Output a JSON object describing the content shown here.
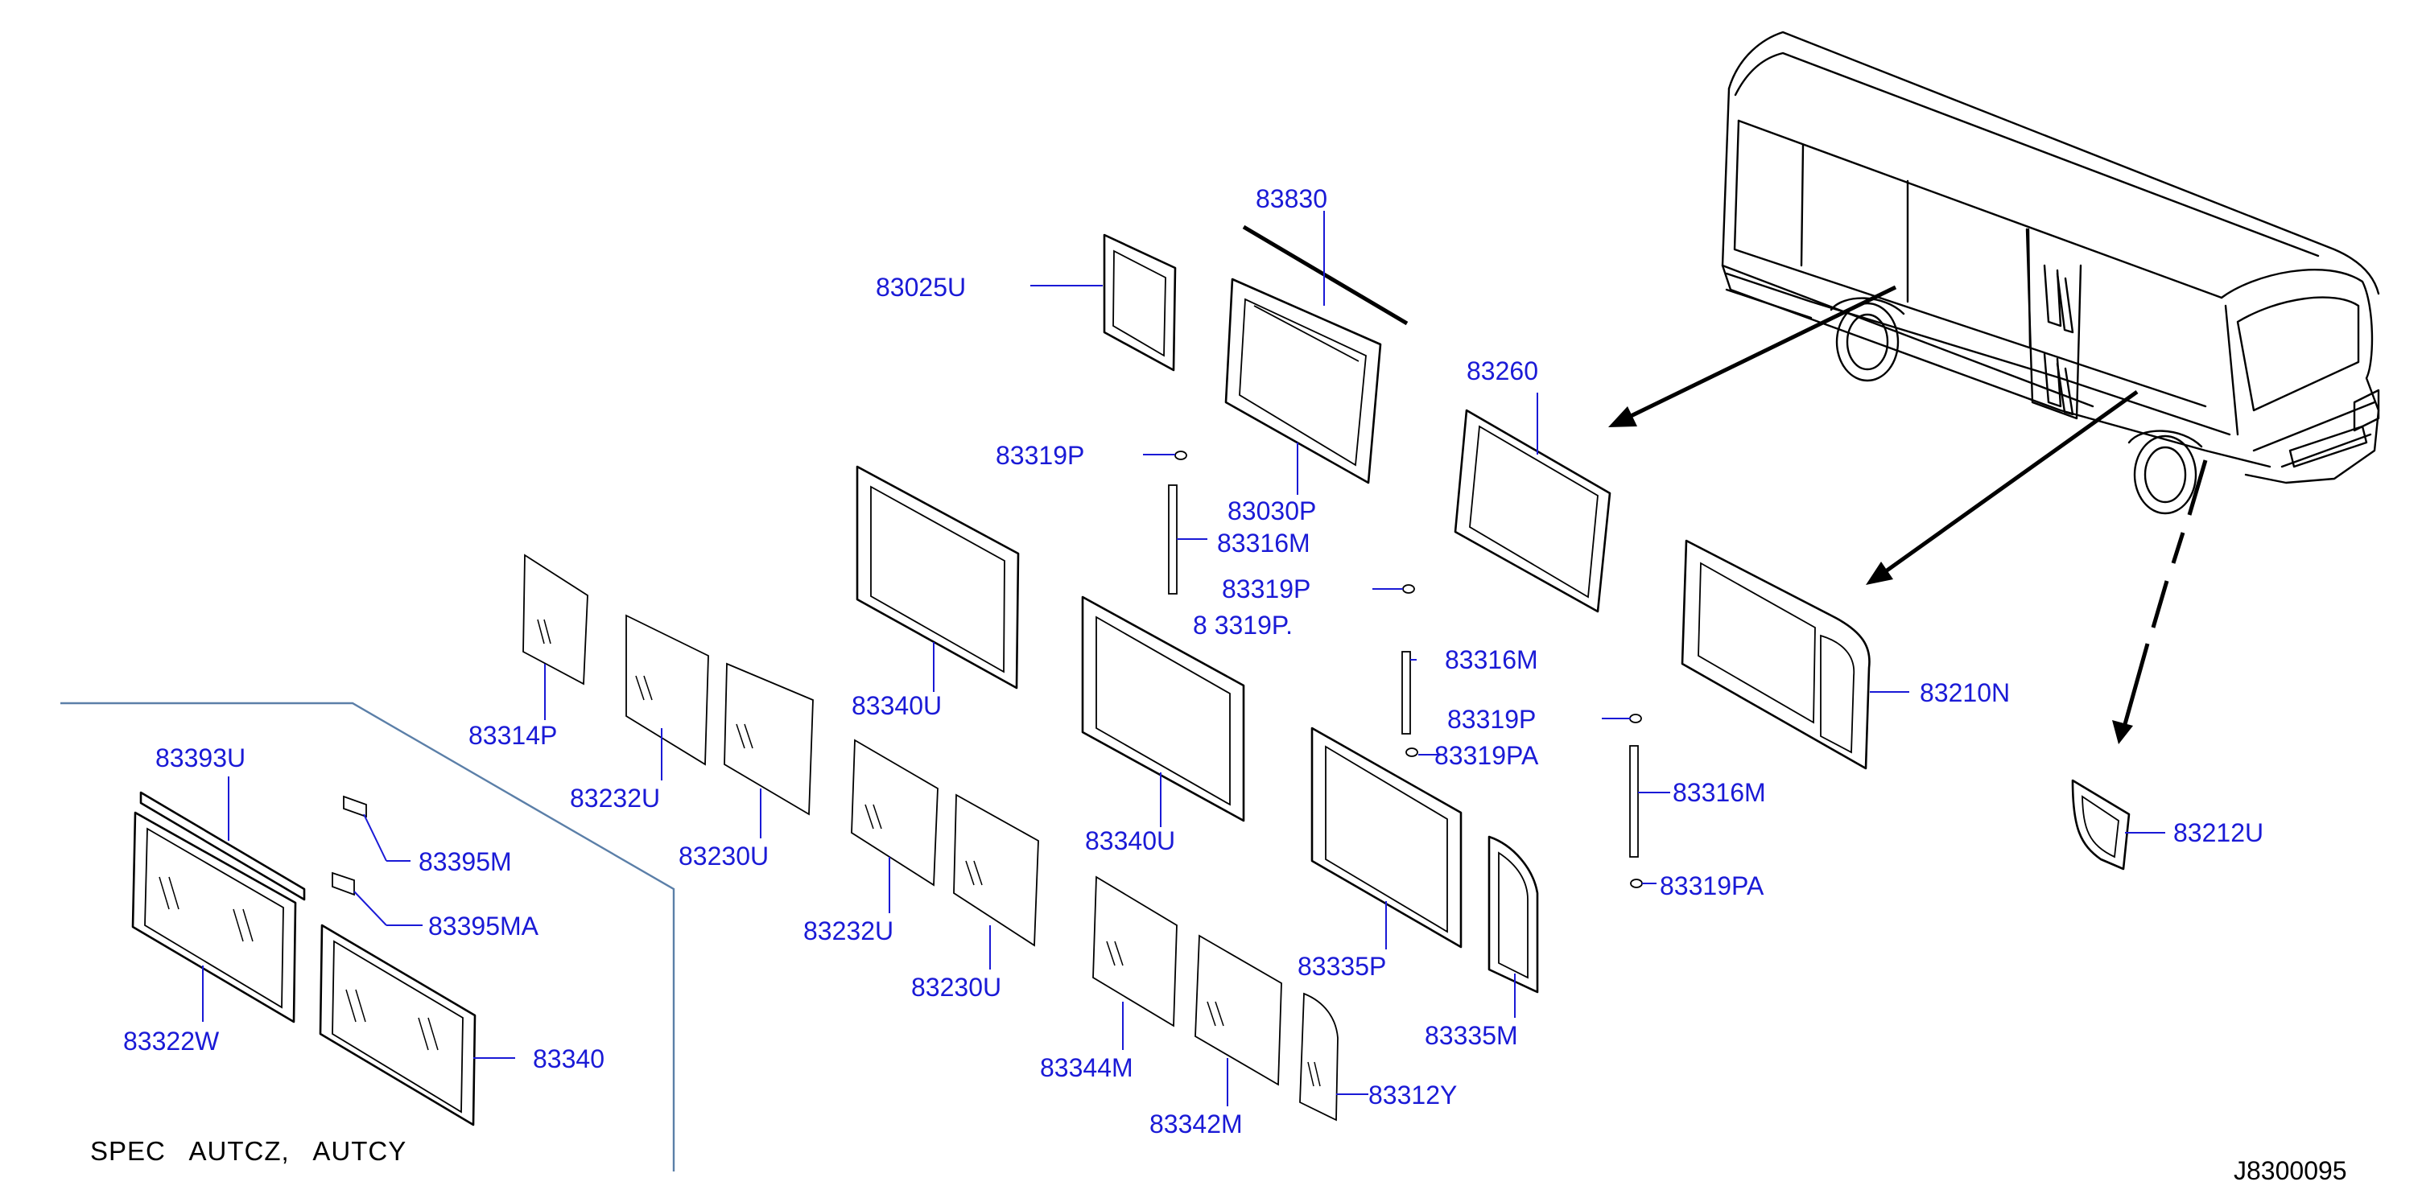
{
  "diagram": {
    "part_labels": {
      "p83830": "83830",
      "p83025u": "83025U",
      "p83260": "83260",
      "p83319p_a": "83319P",
      "p83030p": "83030P",
      "p83316m_a": "83316M",
      "p83319p_b": "83319P",
      "p83319p_partial": "8 3319P.",
      "p83316m_b": "83316M",
      "p83319p_c": "83319P",
      "p83319pa_a": "83319PA",
      "p83316m_c": "83316M",
      "p83319pa_b": "83319PA",
      "p83210n": "83210N",
      "p83212u": "83212U",
      "p83340u_a": "83340U",
      "p83340u_b": "83340U",
      "p83314p": "83314P",
      "p83232u_a": "83232U",
      "p83230u_a": "83230U",
      "p83232u_b": "83232U",
      "p83230u_b": "83230U",
      "p83335p": "83335P",
      "p83335m": "83335M",
      "p83344m": "83344M",
      "p83342m": "83342M",
      "p83312y": "83312Y",
      "p83393u": "83393U",
      "p83395m": "83395M",
      "p83395ma": "83395MA",
      "p83322w": "83322W",
      "p83340": "83340"
    },
    "spec_note": "SPEC   AUTCZ,   AUTCY",
    "reference_code": "J8300095",
    "colors": {
      "label": "#1a1ad6",
      "line_art": "#000000",
      "divider": "#5b7fa8"
    }
  }
}
